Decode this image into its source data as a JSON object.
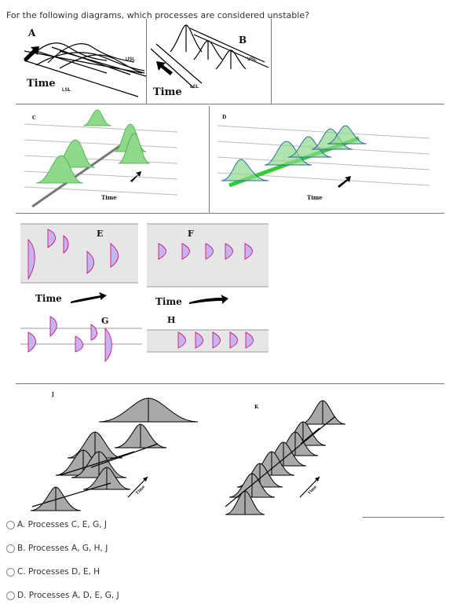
{
  "question": "For the following diagrams, which processes are considered unstable?",
  "panels": {
    "A": {
      "label": "A",
      "time": "Time",
      "usl": "USL",
      "lsl": "LSL"
    },
    "B": {
      "label": "B",
      "time": "Time",
      "usl": "USL",
      "lsl": "LSL"
    },
    "C": {
      "label": "C",
      "time": "Time"
    },
    "D": {
      "label": "D",
      "time": "Time"
    },
    "E": {
      "label": "E",
      "time": "Time"
    },
    "F": {
      "label": "F",
      "time": "Time"
    },
    "G": {
      "label": "G"
    },
    "H": {
      "label": "H"
    },
    "J": {
      "label": "J",
      "time": "Time"
    },
    "K": {
      "label": "K",
      "time": "Time"
    }
  },
  "choices": [
    {
      "id": "A",
      "label": "A. Processes C, E, G, J"
    },
    {
      "id": "B",
      "label": "B. Processes A, G, H, J"
    },
    {
      "id": "C",
      "label": "C. Processes D, E, H"
    },
    {
      "id": "D",
      "label": "D. Processes A, D, E, G, J"
    }
  ],
  "colors": {
    "green": "#8ed98a",
    "purple": "#c7b3f2",
    "gray": "#a9a9a9",
    "curve_blue": "#2b6cb0"
  }
}
